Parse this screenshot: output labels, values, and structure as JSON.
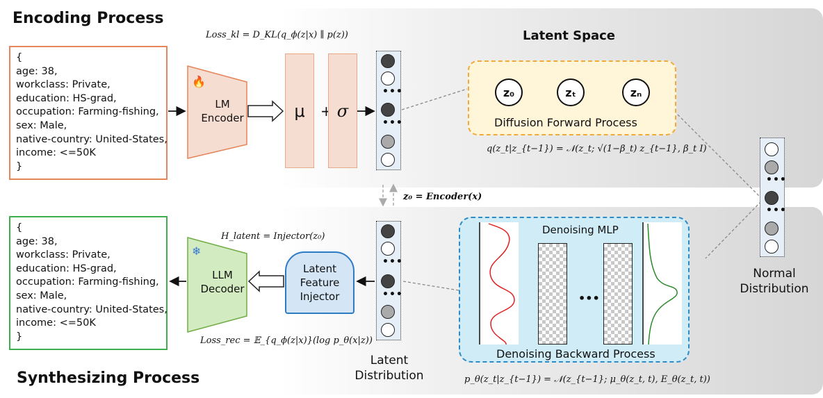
{
  "titles": {
    "encoding": "Encoding Process",
    "synthesizing": "Synthesizing Process",
    "latent_space": "Latent Space"
  },
  "record_top": [
    "{",
    "age: 38,",
    "workclass: Private,",
    "education: HS-grad,",
    "occupation: Farming-fishing,",
    "sex: Male,",
    "native-country: United-States,",
    "income: <=50K",
    "}"
  ],
  "record_bottom": [
    "{",
    "age: 38,",
    "workclass: Private,",
    "education: HS-grad,",
    "occupation: Farming-fishing,",
    "sex: Male,",
    "native-country: United-States,",
    "income: <=50K",
    "}"
  ],
  "encoder": {
    "line1": "LM",
    "line2": "Encoder",
    "icon": "fire-icon",
    "color": "#f5ddd2",
    "border": "#e6845a"
  },
  "decoder": {
    "line1": "LLM",
    "line2": "Decoder",
    "icon": "snowflake-icon",
    "color": "#d3ebc0",
    "border": "#70ad47"
  },
  "mu": "μ",
  "plus": "+",
  "sigma": "σ",
  "formulas": {
    "loss_kl": "Loss_kl = D_KL(q_ϕ(z|x) ∥ p(z))",
    "forward": "q(z_t|z_{t−1}) = 𝒩(z_t; √(1−β_t) z_{t−1}, β_t I)",
    "z0_encoder": "z₀ = Encoder(x)",
    "h_latent": "H_latent = Injector(z₀)",
    "loss_rec": "Loss_rec = 𝔼_{q_ϕ(z|x)}(log p_θ(x|z))",
    "backward": "p_θ(z_t|z_{t−1}) = 𝒩(z_{t−1}; μ_θ(z_t, t), E_θ(z_t, t))"
  },
  "diffusion": {
    "z0": "z₀",
    "zt": "zₜ",
    "zn": "zₙ",
    "label": "Diffusion Forward Process"
  },
  "denoising": {
    "mlp_label": "Denoising MLP",
    "ellipsis": "•••",
    "label": "Denoising Backward Process"
  },
  "injector": {
    "line1": "Latent",
    "line2": "Feature",
    "line3": "Injector"
  },
  "latent_dist": {
    "line1": "Latent",
    "line2": "Distribution"
  },
  "normal_dist": {
    "line1": "Normal",
    "line2": "Distribution"
  },
  "colors": {
    "encoding_record_border": "#e6845a",
    "synth_record_border": "#3fae4f",
    "diff_box_border": "#f2a93b",
    "back_box_border": "#2d8cc8",
    "red_curve": "#e02020",
    "green_curve": "#2a8a2a"
  }
}
